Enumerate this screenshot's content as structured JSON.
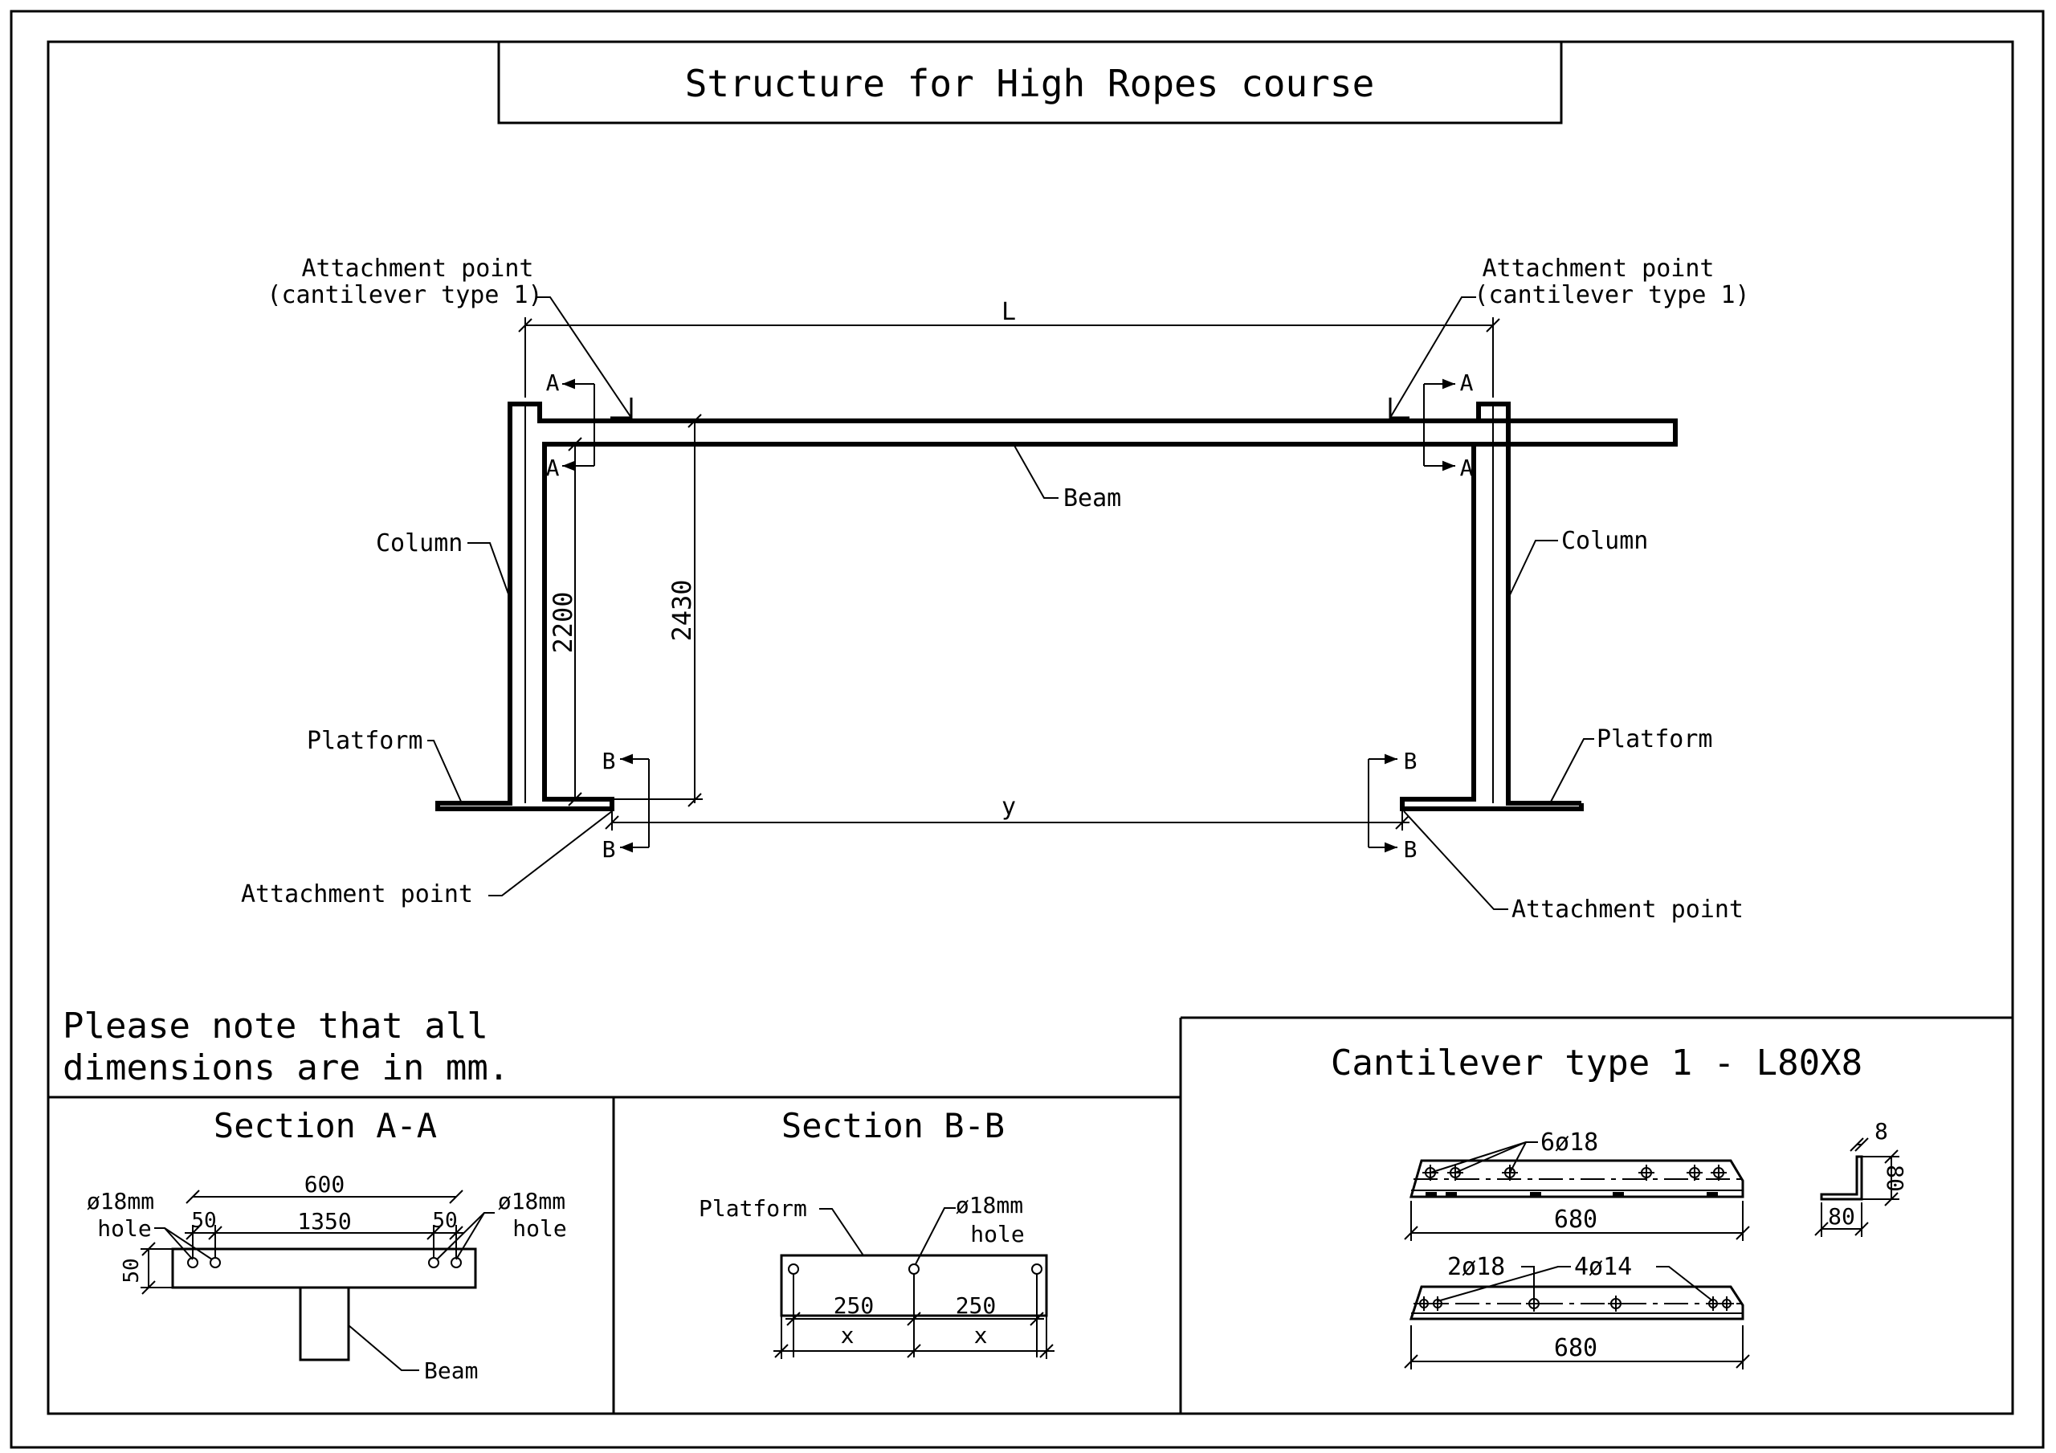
{
  "title": "Structure for High Ropes course",
  "main": {
    "attach_left_line1": "Attachment point",
    "attach_left_line2": "(cantilever type 1)",
    "attach_right_line1": "Attachment point",
    "attach_right_line2": "(cantilever type 1)",
    "dim_L": "L",
    "beam_label": "Beam",
    "column_left": "Column",
    "column_right": "Column",
    "platform_left": "Platform",
    "platform_right": "Platform",
    "dim_2200": "2200",
    "dim_2430": "2430",
    "dim_y": "y",
    "attach_bottom_left": "Attachment point",
    "attach_bottom_right": "Attachment point",
    "section_a": "A",
    "section_b": "B"
  },
  "note": {
    "line1": "Please note that all",
    "line2": "dimensions are in mm."
  },
  "section_aa": {
    "title": "Section A-A",
    "hole_left_1": "ø18mm",
    "hole_left_2": "hole",
    "hole_right_1": "ø18mm",
    "hole_right_2": "hole",
    "dim_600": "600",
    "dim_1350": "1350",
    "dim_50a": "50",
    "dim_50b": "50",
    "dim_50c": "50",
    "beam": "Beam"
  },
  "section_bb": {
    "title": "Section B-B",
    "platform": "Platform",
    "hole_1": "ø18mm",
    "hole_2": "hole",
    "dim_250a": "250",
    "dim_250b": "250",
    "dim_xa": "x",
    "dim_xb": "x"
  },
  "cantilever": {
    "title": "Cantilever type 1 - L80X8",
    "top_holes": "6ø18",
    "top_len": "680",
    "bot_holes_a": "2ø18",
    "bot_holes_b": "4ø14",
    "bot_len": "680",
    "prof_8": "8",
    "prof_80v": "80",
    "prof_80h": "80"
  }
}
